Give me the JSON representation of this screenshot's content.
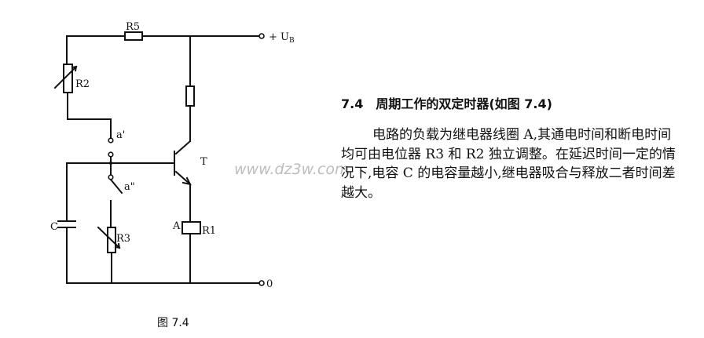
{
  "section": {
    "number": "7.4",
    "title": "周期工作的双定时器(如图 7.4)",
    "body": "电路的负载为继电器线圈 A,其通电时间和断电时间均可由电位器 R3 和 R2 独立调整。在延迟时间一定的情况下,电容 C 的电容量越小,继电器吸合与释放二者时间差越大。"
  },
  "figure": {
    "caption": "图 7.4",
    "labels": {
      "r5": "R5",
      "supply": "+ U",
      "supply_sub": "B",
      "r2": "R2",
      "switch_a1": "a'",
      "switch_a2": "a\"",
      "transistor": "T",
      "capacitor": "C",
      "r3": "R3",
      "relay": "A",
      "r1": "R1",
      "ground": "0"
    }
  },
  "watermark": "www.dz3w.com"
}
